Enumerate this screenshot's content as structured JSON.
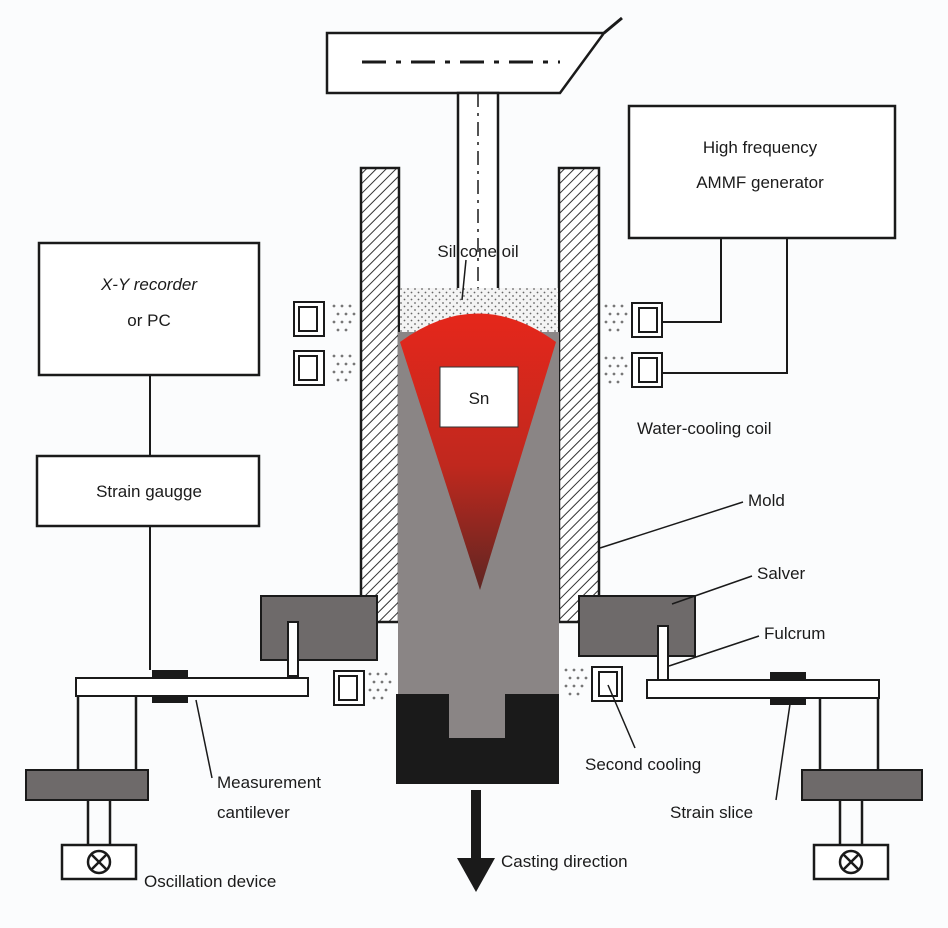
{
  "labels": {
    "hf_generator_line1": "High frequency",
    "hf_generator_line2": "AMMF generator",
    "xy_recorder_line1": "X-Y recorder",
    "xy_recorder_line2": "or PC",
    "strain_gauge": "Strain gaugge",
    "silicone_oil": "Silicone oil",
    "sn": "Sn",
    "water_cooling_coil": "Water-cooling coil",
    "mold": "Mold",
    "salver": "Salver",
    "fulcrum": "Fulcrum",
    "second_cooling": "Second cooling",
    "measurement_cantilever_line1": "Measurement",
    "measurement_cantilever_line2": "cantilever",
    "strain_slice": "Strain slice",
    "oscillation_device": "Oscillation device",
    "casting_direction": "Casting direction"
  },
  "colors": {
    "metal_red": "#e3261b",
    "billet_gray": "#8a8585",
    "dark_block": "#1a1a1a",
    "salver_gray": "#6e6a6a",
    "line": "#1a1a1a"
  }
}
